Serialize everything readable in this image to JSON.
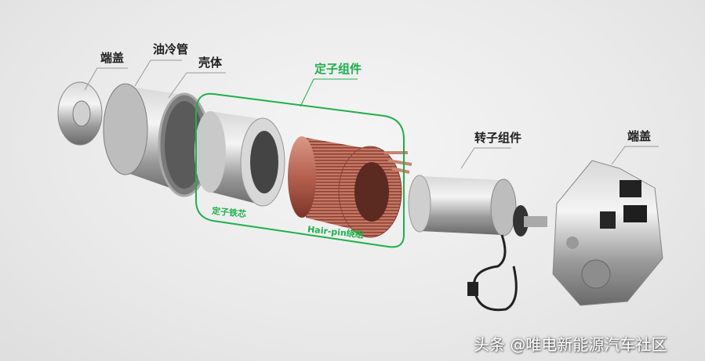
{
  "labels": {
    "end_cap_left": "端盖",
    "oil_cooling_tube": "油冷管",
    "housing": "壳体",
    "stator_assembly": "定子组件",
    "stator_core": "定子铁芯",
    "hairpin_winding": "Hair-pin绕组",
    "rotor_assembly": "转子组件",
    "end_cap_right": "端盖"
  },
  "watermark": "头条 @唯电新能源汽车社区",
  "colors": {
    "accent_green": "#1db14b",
    "copper": "#b5604e"
  }
}
